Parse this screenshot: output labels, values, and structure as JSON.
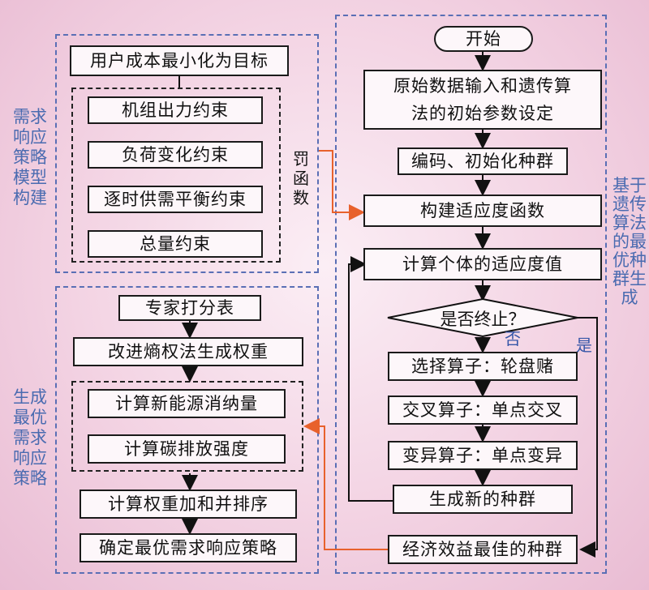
{
  "left_top": {
    "label": "需求响应策略模型构建",
    "objective": "用户成本最小化为目标",
    "constraints": [
      "机组出力约束",
      "负荷变化约束",
      "逐时供需平衡约束",
      "总量约束"
    ],
    "penalty_label": "罚函数"
  },
  "left_bottom": {
    "label": "生成最优需求响应策略",
    "scoring": "专家打分表",
    "entropy": "改进熵权法生成权重",
    "compute_boxes": [
      "计算新能源消纳量",
      "计算碳排放强度"
    ],
    "weighted_sum": "计算权重加和并排序",
    "determine": "确定最优需求响应策略"
  },
  "right": {
    "label": "基于遗传算法的最优种群生成",
    "start": "开始",
    "input": "原始数据输入和遗传算法的初始参数设定",
    "encode": "编码、初始化种群",
    "fitness_fn": "构建适应度函数",
    "fitness_val": "计算个体的适应度值",
    "decision": "是否终止？",
    "no_label": "否",
    "yes_label": "是",
    "select": "选择算子：轮盘赌",
    "crossover": "交叉算子：单点交叉",
    "mutation": "变异算子：单点变异",
    "new_pop": "生成新的种群",
    "best_pop": "经济效益最佳的种群"
  },
  "colors": {
    "region_border": "#5a6fb5",
    "region_label": "#4a6bb0",
    "orange_arrow": "#e8612c",
    "box_border": "#1a1a1a"
  }
}
